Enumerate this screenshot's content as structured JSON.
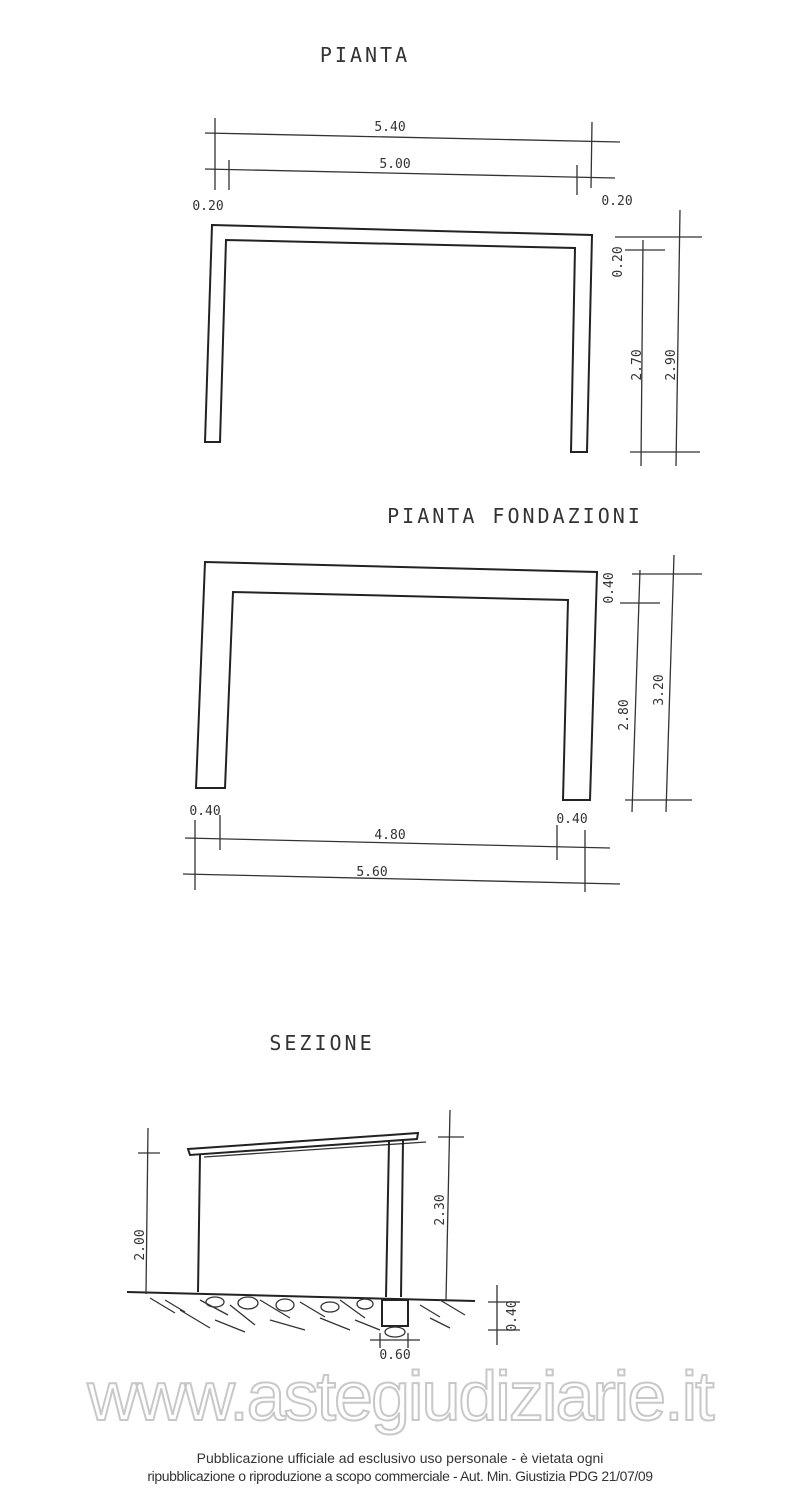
{
  "sections": {
    "pianta": {
      "title": "PIANTA",
      "dims": {
        "overall_width": "5.40",
        "inner_width": "5.00",
        "left_wall": "0.20",
        "right_wall": "0.20",
        "top_wall": "0.20",
        "inner_depth": "2.70",
        "overall_depth": "2.90"
      }
    },
    "fondazioni": {
      "title": "PIANTA FONDAZIONI",
      "dims": {
        "top_wall": "0.40",
        "inner_depth": "2.80",
        "overall_depth": "3.20",
        "left_wall": "0.40",
        "right_wall": "0.40",
        "inner_width": "4.80",
        "overall_width": "5.60"
      }
    },
    "sezione": {
      "title": "SEZIONE",
      "dims": {
        "left_height": "2.00",
        "right_height": "2.30",
        "footing_depth": "0.40",
        "footing_width": "0.60"
      }
    }
  },
  "watermark": "www.astegiudiziarie.it",
  "footer": {
    "line1": "Pubblicazione ufficiale ad esclusivo uso personale - è vietata ogni",
    "line2": "ripubblicazione o riproduzione a scopo commerciale - Aut. Min. Giustizia PDG 21/07/09"
  }
}
